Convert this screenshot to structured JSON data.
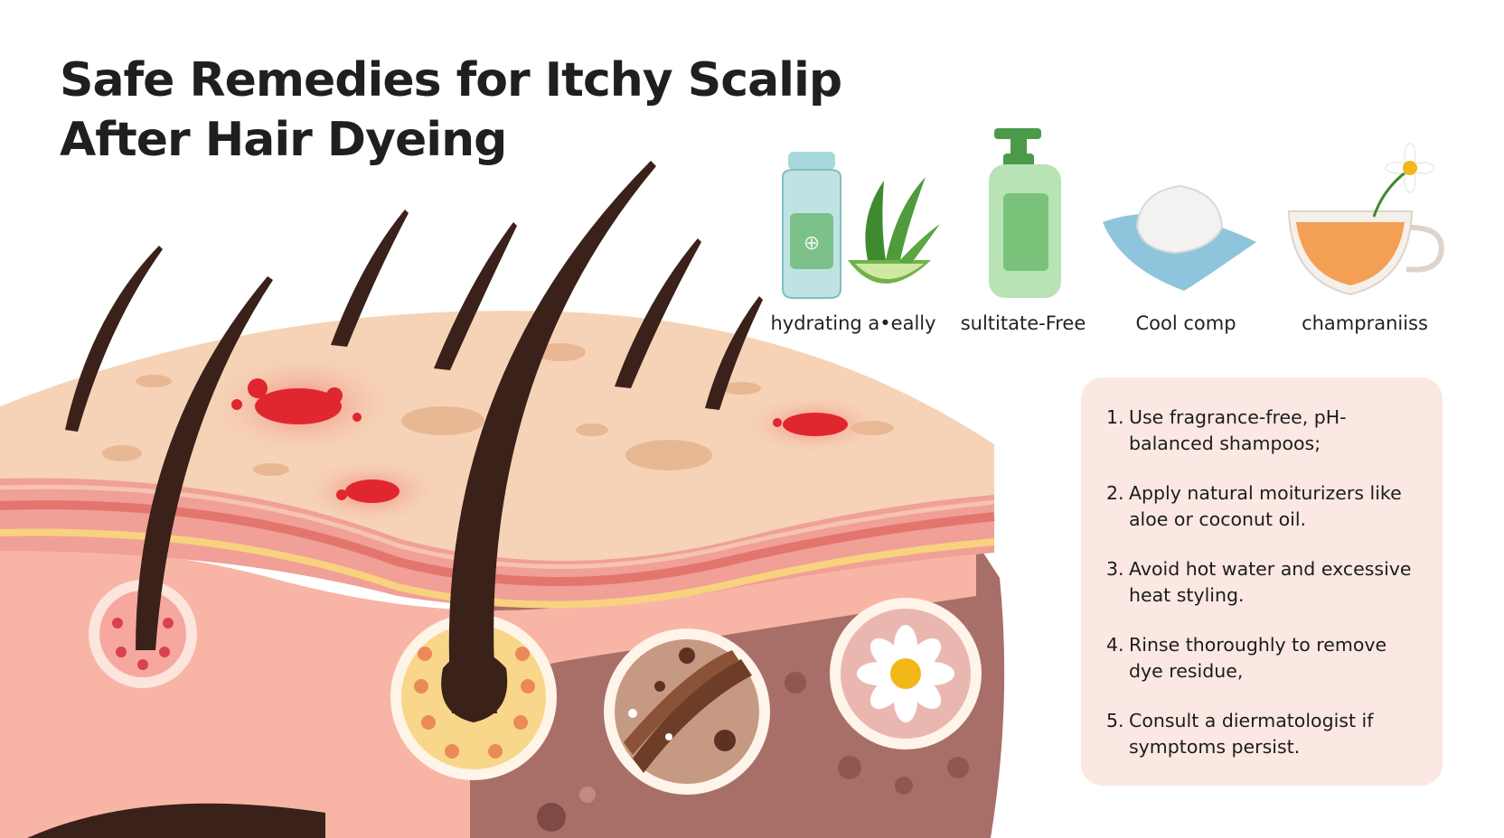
{
  "title": {
    "line1": "Safe Remedies for Itchy Scalip",
    "line2": "After Hair Dyeing"
  },
  "products": [
    {
      "label": "hydrating a•eally",
      "icon": "aloe-vera-bottle-icon"
    },
    {
      "label": "sultitate-Free",
      "icon": "shampoo-bottle-icon"
    },
    {
      "label": "Cool comp",
      "icon": "cool-compress-icon"
    },
    {
      "label": "champraniiss",
      "icon": "chamomile-tea-icon"
    }
  ],
  "tips": [
    {
      "num": "1.",
      "text": "Use fragrance-free, pH-balanced shampoos;"
    },
    {
      "num": "2.",
      "text": "Apply natural moiturizers like aloe or coconut oil."
    },
    {
      "num": "3.",
      "text": "Avoid hot water and excessive heat styling."
    },
    {
      "num": "4.",
      "text": "Rinse thoroughly to remove dye residue,"
    },
    {
      "num": "5.",
      "text": "Consult a diermatologist if symptoms persist."
    }
  ],
  "colors": {
    "skin_surface": "#f6d3b6",
    "inflammation": "#e0262e",
    "hair": "#3a211a",
    "dermis": "#f8b5a6",
    "subcutis": "#a86f68",
    "card_bg": "#fbe8e3",
    "aloe_green": "#4f9a3a",
    "tea_orange": "#f3a055"
  }
}
